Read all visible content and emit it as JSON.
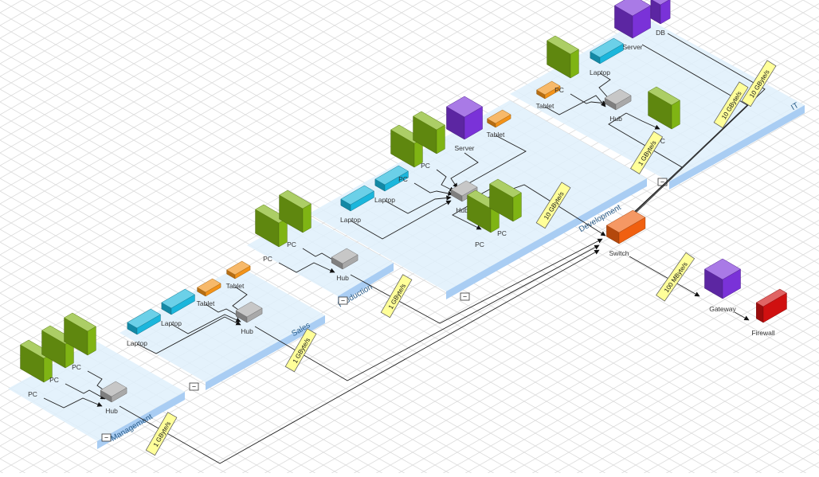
{
  "groups": [
    {
      "id": "management",
      "name": "Management",
      "collapse": "−"
    },
    {
      "id": "sales",
      "name": "Sales",
      "collapse": "−"
    },
    {
      "id": "production",
      "name": "Production",
      "collapse": "−"
    },
    {
      "id": "development",
      "name": "Development",
      "collapse": "−"
    },
    {
      "id": "it",
      "name": "IT",
      "collapse": "−"
    }
  ],
  "nodes": [
    {
      "id": "m_pc1",
      "type": "pc",
      "label": "PC"
    },
    {
      "id": "m_pc2",
      "type": "pc",
      "label": "PC"
    },
    {
      "id": "m_pc3",
      "type": "pc",
      "label": "PC"
    },
    {
      "id": "m_hub",
      "type": "hub",
      "label": "Hub"
    },
    {
      "id": "s_lap1",
      "type": "laptop",
      "label": "Laptop"
    },
    {
      "id": "s_lap2",
      "type": "laptop",
      "label": "Laptop"
    },
    {
      "id": "s_tab1",
      "type": "tablet",
      "label": "Tablet"
    },
    {
      "id": "s_tab2",
      "type": "tablet",
      "label": "Tablet"
    },
    {
      "id": "s_hub",
      "type": "hub",
      "label": "Hub"
    },
    {
      "id": "p_pc1",
      "type": "pc",
      "label": "PC"
    },
    {
      "id": "p_pc2",
      "type": "pc",
      "label": "PC"
    },
    {
      "id": "p_hub",
      "type": "hub",
      "label": "Hub"
    },
    {
      "id": "d_lap1",
      "type": "laptop",
      "label": "Laptop"
    },
    {
      "id": "d_lap2",
      "type": "laptop",
      "label": "Laptop"
    },
    {
      "id": "d_pc1",
      "type": "pc",
      "label": "PC"
    },
    {
      "id": "d_pc2",
      "type": "pc",
      "label": "PC"
    },
    {
      "id": "d_srv",
      "type": "server",
      "label": "Server"
    },
    {
      "id": "d_tab",
      "type": "tablet",
      "label": "Tablet"
    },
    {
      "id": "d_hub",
      "type": "hub",
      "label": "Hub"
    },
    {
      "id": "d_pc3",
      "type": "pc",
      "label": "PC"
    },
    {
      "id": "d_pc4",
      "type": "pc",
      "label": "PC"
    },
    {
      "id": "i_tab",
      "type": "tablet",
      "label": "Tablet"
    },
    {
      "id": "i_pc1",
      "type": "pc",
      "label": "PC"
    },
    {
      "id": "i_lap",
      "type": "laptop",
      "label": "Laptop"
    },
    {
      "id": "i_srv",
      "type": "server",
      "label": "Server"
    },
    {
      "id": "i_db",
      "type": "db",
      "label": "DB"
    },
    {
      "id": "i_hub",
      "type": "hub",
      "label": "Hub"
    },
    {
      "id": "i_pc2",
      "type": "pc",
      "label": "PC"
    },
    {
      "id": "switch",
      "type": "switch",
      "label": "Switch"
    },
    {
      "id": "gateway",
      "type": "gateway",
      "label": "Gateway"
    },
    {
      "id": "firewall",
      "type": "firewall",
      "label": "Firewall"
    }
  ],
  "links": [
    {
      "id": "l_m1",
      "label": ""
    },
    {
      "id": "l_m2",
      "label": ""
    },
    {
      "id": "l_m3",
      "label": ""
    },
    {
      "id": "l_s1",
      "label": ""
    },
    {
      "id": "l_s2",
      "label": ""
    },
    {
      "id": "l_s3",
      "label": ""
    },
    {
      "id": "l_s4",
      "label": ""
    },
    {
      "id": "l_p1",
      "label": ""
    },
    {
      "id": "l_p2",
      "label": ""
    },
    {
      "id": "l_d1",
      "label": ""
    },
    {
      "id": "l_d2",
      "label": ""
    },
    {
      "id": "l_d3",
      "label": ""
    },
    {
      "id": "l_d4",
      "label": ""
    },
    {
      "id": "l_d5",
      "label": ""
    },
    {
      "id": "l_d6",
      "label": ""
    },
    {
      "id": "l_d7",
      "label": ""
    },
    {
      "id": "l_d8",
      "label": ""
    },
    {
      "id": "l_i1",
      "label": ""
    },
    {
      "id": "l_i2",
      "label": ""
    },
    {
      "id": "l_i3",
      "label": ""
    },
    {
      "id": "l_i4",
      "label": ""
    },
    {
      "id": "l_mgmt_sw",
      "label": "1 GByte/s"
    },
    {
      "id": "l_sales_sw",
      "label": "1 GByte/s"
    },
    {
      "id": "l_prod_sw",
      "label": "1 GByte/s"
    },
    {
      "id": "l_dev_sw",
      "label": "10 GByte/s"
    },
    {
      "id": "l_it_sw",
      "label": "1 GByte/s"
    },
    {
      "id": "l_srv_sw",
      "label": "10 GByte/s"
    },
    {
      "id": "l_db_sw",
      "label": "10 GByte/s"
    },
    {
      "id": "l_sw_gw",
      "label": "100 MByte/s"
    },
    {
      "id": "l_gw_fw",
      "label": ""
    }
  ],
  "colors": {
    "grid": "#d9d9d9",
    "group_fill": "#dff0fb",
    "group_band": "#a9cdf3",
    "pc": "#7fb414",
    "laptop": "#1bb6dc",
    "tablet": "#f39319",
    "server": "#7a32d8",
    "hub": "#a9a9a9",
    "switch": "#f06010",
    "firewall": "#d01010",
    "edge_label_bg": "#ffff99"
  }
}
